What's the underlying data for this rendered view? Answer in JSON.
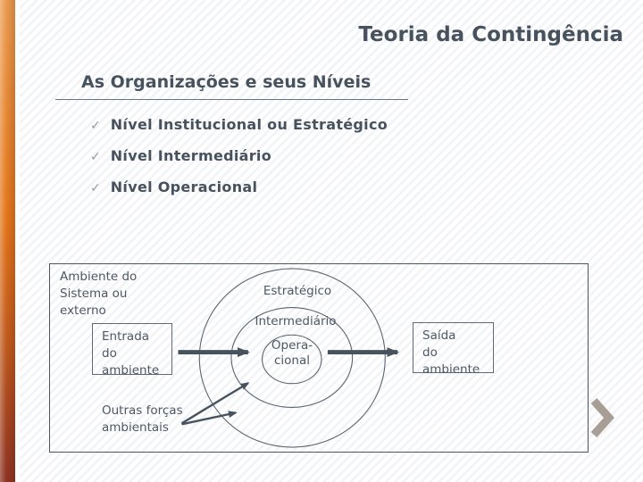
{
  "slide": {
    "title": "Teoria da Contingência",
    "subtitle": "As Organizações e seus Níveis",
    "bullets": [
      {
        "marker": "✓",
        "label": "Nível Institucional ou Estratégico"
      },
      {
        "marker": "✓",
        "label": "Nível Intermediário"
      },
      {
        "marker": "✓",
        "label": "Nível Operacional"
      }
    ]
  },
  "diagram": {
    "environment_label": "Ambiente do\nSistema ou\nexterno",
    "input_box_label": "Entrada\ndo\nambiente",
    "output_box_label": "Saída\ndo\nambiente",
    "rings": {
      "outer": "Estratégico",
      "middle": "Intermediário",
      "inner": "Opera-\ncional"
    },
    "other_forces_label": "Outras forças\nambientais"
  },
  "icons": {
    "bullet_marker": "check-icon",
    "footer": "chevron-right-icon"
  },
  "colors": {
    "text": "#47525e",
    "accent_bar_top": "#eb9d52",
    "accent_bar_middle": "#e4771c",
    "accent_bar_bottom": "#8e3424",
    "diagram_stroke": "#5a646e",
    "arrow": "#46525e",
    "chevron": "#a89e95",
    "background_stripe": "#f2f3f7"
  }
}
